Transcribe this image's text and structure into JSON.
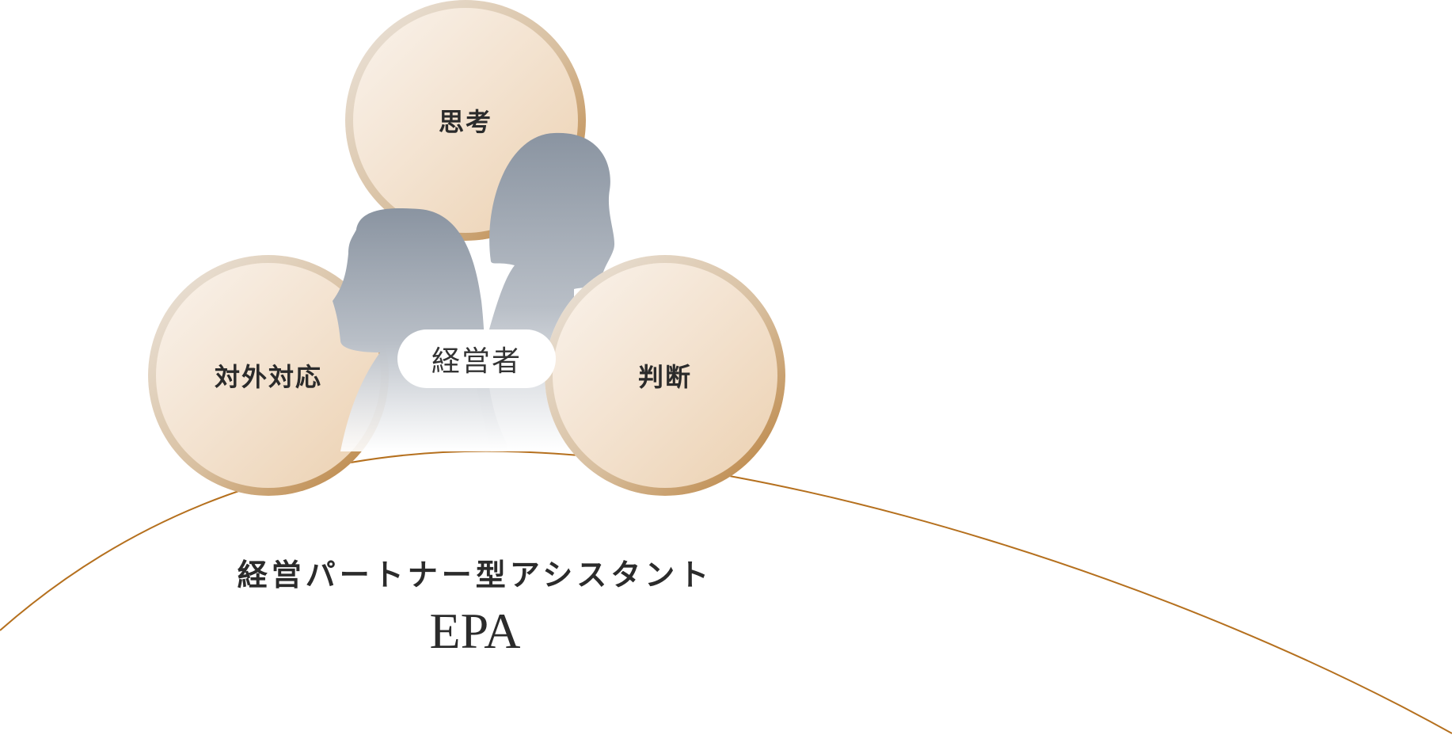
{
  "circles": {
    "top": "思考",
    "left": "対外対応",
    "right": "判断"
  },
  "center_badge": "経営者",
  "title": "経営パートナー型アシスタント",
  "subtitle": "EPA",
  "colors": {
    "arc": "#b5701e",
    "ring_dark": "#b77c36",
    "silhouette": "#8c96a3"
  }
}
